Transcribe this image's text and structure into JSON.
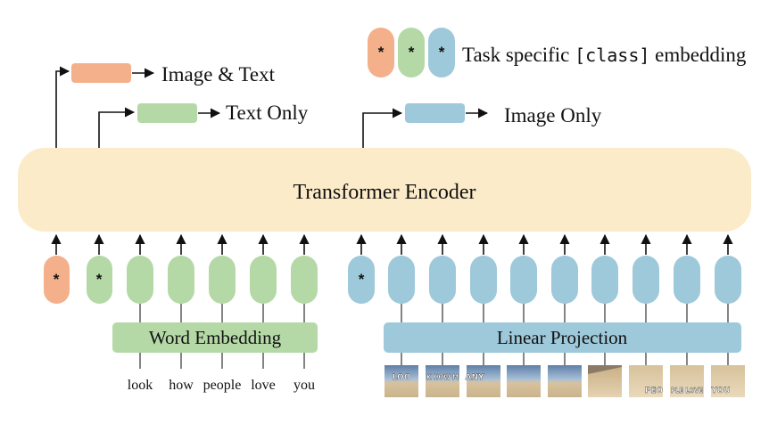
{
  "colors": {
    "orange": "#f4b08a",
    "green": "#b5d9a6",
    "blue": "#9ec9da",
    "encoder": "#fcebc8",
    "word_embedding": "#b5d9a6",
    "linear_projection": "#9ec9da"
  },
  "legend": {
    "marker": "*",
    "text_prefix": "Task specific ",
    "text_code": "[class]",
    "text_suffix": " embedding"
  },
  "outputs": {
    "image_text": "Image & Text",
    "text_only": "Text Only",
    "image_only": "Image Only"
  },
  "encoder": {
    "label": "Transformer Encoder"
  },
  "word_embedding": {
    "label": "Word Embedding"
  },
  "linear_projection": {
    "label": "Linear Projection"
  },
  "class_tokens": {
    "marker": "*"
  },
  "words": [
    "look",
    "how",
    "people",
    "love",
    "you"
  ],
  "image_patches": [
    {
      "caption": "LOO"
    },
    {
      "caption": "K HOW M"
    },
    {
      "caption": "ANY"
    },
    {
      "caption": ""
    },
    {
      "caption": ""
    },
    {
      "caption": ""
    },
    {
      "caption": "PEO"
    },
    {
      "caption": "PLE LOVE"
    },
    {
      "caption": "YOU"
    }
  ]
}
